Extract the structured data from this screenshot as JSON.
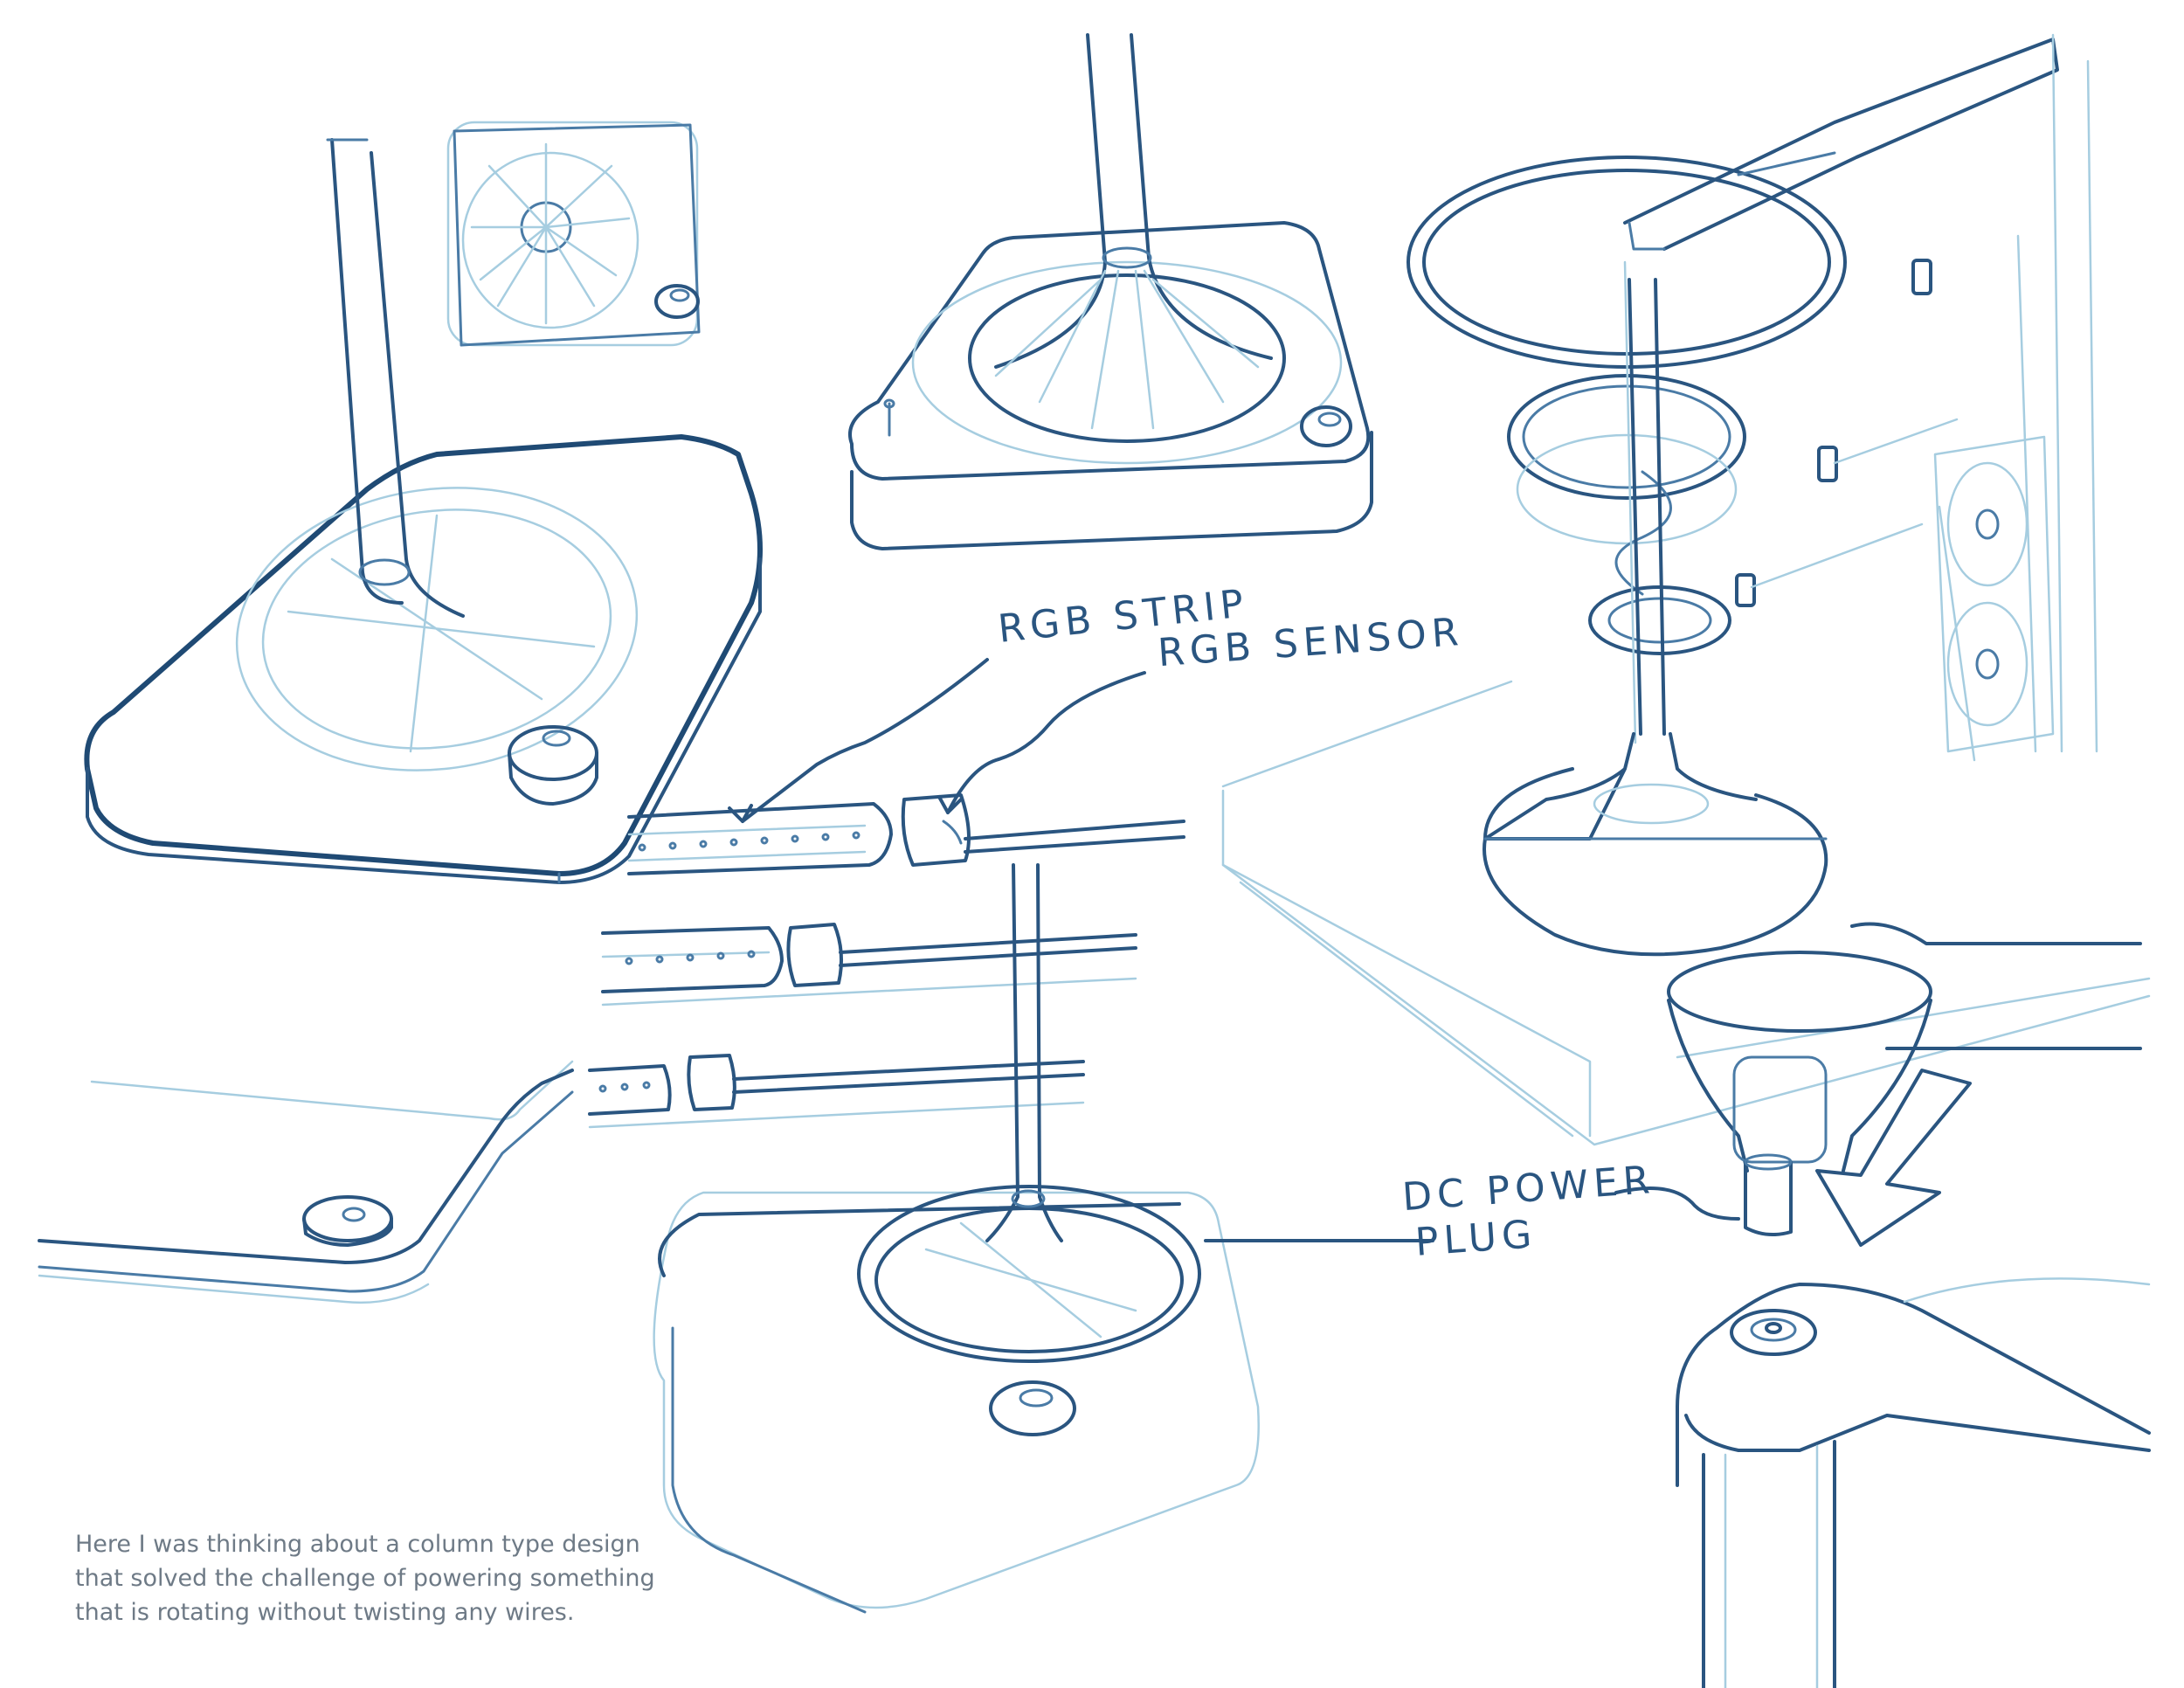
{
  "colors": {
    "ink_dark": "#2a5580",
    "ink_light": "#a6cde0",
    "caption_text": "#6e7a86",
    "background": "#ffffff"
  },
  "labels": {
    "rgb_strip": "RGB STRIP",
    "rgb_sensor": "RGB SENSOR",
    "dc_power_line1": "DC POWER",
    "dc_power_line2": "PLUG"
  },
  "caption": {
    "line1": "Here I was thinking about a column type design",
    "line2": "that solved the challenge of powering something",
    "line3": "that is rotating without twisting any wires."
  }
}
